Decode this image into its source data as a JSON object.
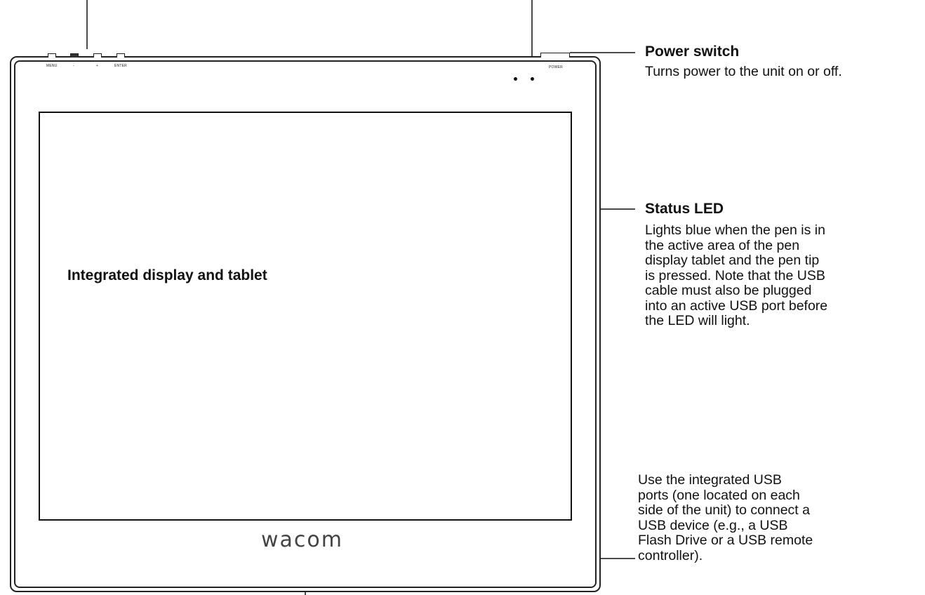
{
  "device": {
    "buttons": [
      "MENU",
      "-",
      "+",
      "ENTER"
    ],
    "power_tab_label": "POWER",
    "screen_label": "Integrated display and tablet",
    "brand": "wacom"
  },
  "callouts": {
    "power": {
      "title": "Power switch",
      "body": "Turns power to the unit on or off."
    },
    "status_led": {
      "title": "Status LED",
      "lines": [
        "Lights blue when the pen is in",
        "the active area of the pen",
        "display tablet and the pen tip",
        "is pressed. Note that the USB",
        "cable must also be plugged",
        "into an active USB port before",
        "the LED will light."
      ]
    },
    "usb": {
      "lines": [
        "Use the integrated USB",
        "ports (one located on each",
        "side of the unit) to connect a",
        "USB device (e.g., a USB",
        "Flash Drive or a USB remote",
        "controller)."
      ]
    }
  }
}
